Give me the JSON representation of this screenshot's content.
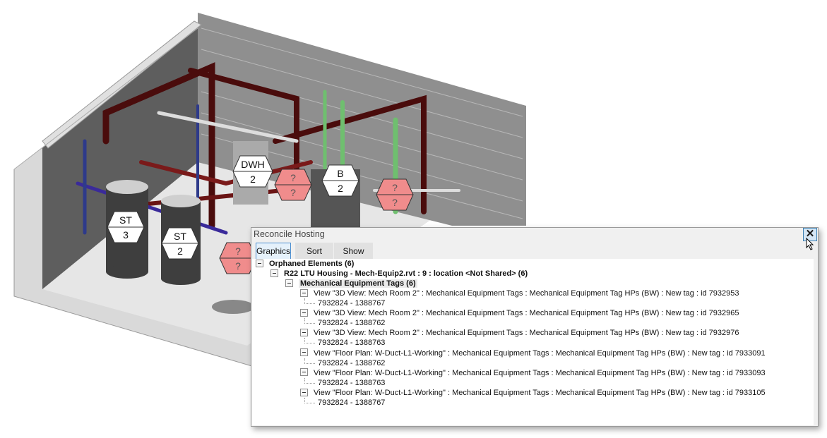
{
  "scene": {
    "tags": [
      {
        "top": "ST",
        "bottom": "3",
        "kind": "known"
      },
      {
        "top": "ST",
        "bottom": "2",
        "kind": "known"
      },
      {
        "top": "DWH",
        "bottom": "2",
        "kind": "known"
      },
      {
        "top": "B",
        "bottom": "2",
        "kind": "known"
      },
      {
        "top": "?",
        "bottom": "?",
        "kind": "orphan"
      },
      {
        "top": "?",
        "bottom": "?",
        "kind": "orphan"
      },
      {
        "top": "?",
        "bottom": "?",
        "kind": "orphan"
      }
    ],
    "colors": {
      "orphan_tag": "#f08c8c",
      "pipe_red": "#5a1010",
      "pipe_blue": "#2e3a8a",
      "pipe_green": "#6fbf6f",
      "wall": "#8a8a8a"
    }
  },
  "dialog": {
    "title": "Reconcile Hosting",
    "close_label": "✕",
    "buttons": [
      "Graphics",
      "Sort",
      "Show"
    ],
    "tree": {
      "root": "Orphaned Elements  (6)",
      "file": "R22 LTU Housing - Mech-Equip2.rvt : 9 : location <Not Shared> (6)",
      "category": "Mechanical Equipment Tags (6)",
      "items": [
        {
          "label": "View \"3D View: Mech Room 2\" : Mechanical Equipment Tags : Mechanical Equipment Tag HPs (BW) : New tag : id 7932953",
          "child": "7932824 - 1388767"
        },
        {
          "label": "View \"3D View: Mech Room 2\" : Mechanical Equipment Tags : Mechanical Equipment Tag HPs (BW) : New tag : id 7932965",
          "child": "7932824 - 1388762"
        },
        {
          "label": "View \"3D View: Mech Room 2\" : Mechanical Equipment Tags : Mechanical Equipment Tag HPs (BW) : New tag : id 7932976",
          "child": "7932824 - 1388763"
        },
        {
          "label": "View \"Floor Plan: W-Duct-L1-Working\" : Mechanical Equipment Tags : Mechanical Equipment Tag HPs (BW) : New tag : id 7933091",
          "child": "7932824 - 1388762"
        },
        {
          "label": "View \"Floor Plan: W-Duct-L1-Working\" : Mechanical Equipment Tags : Mechanical Equipment Tag HPs (BW) : New tag : id 7933093",
          "child": "7932824 - 1388763"
        },
        {
          "label": "View \"Floor Plan: W-Duct-L1-Working\" : Mechanical Equipment Tags : Mechanical Equipment Tag HPs (BW) : New tag : id 7933105",
          "child": "7932824 - 1388767"
        }
      ]
    }
  }
}
